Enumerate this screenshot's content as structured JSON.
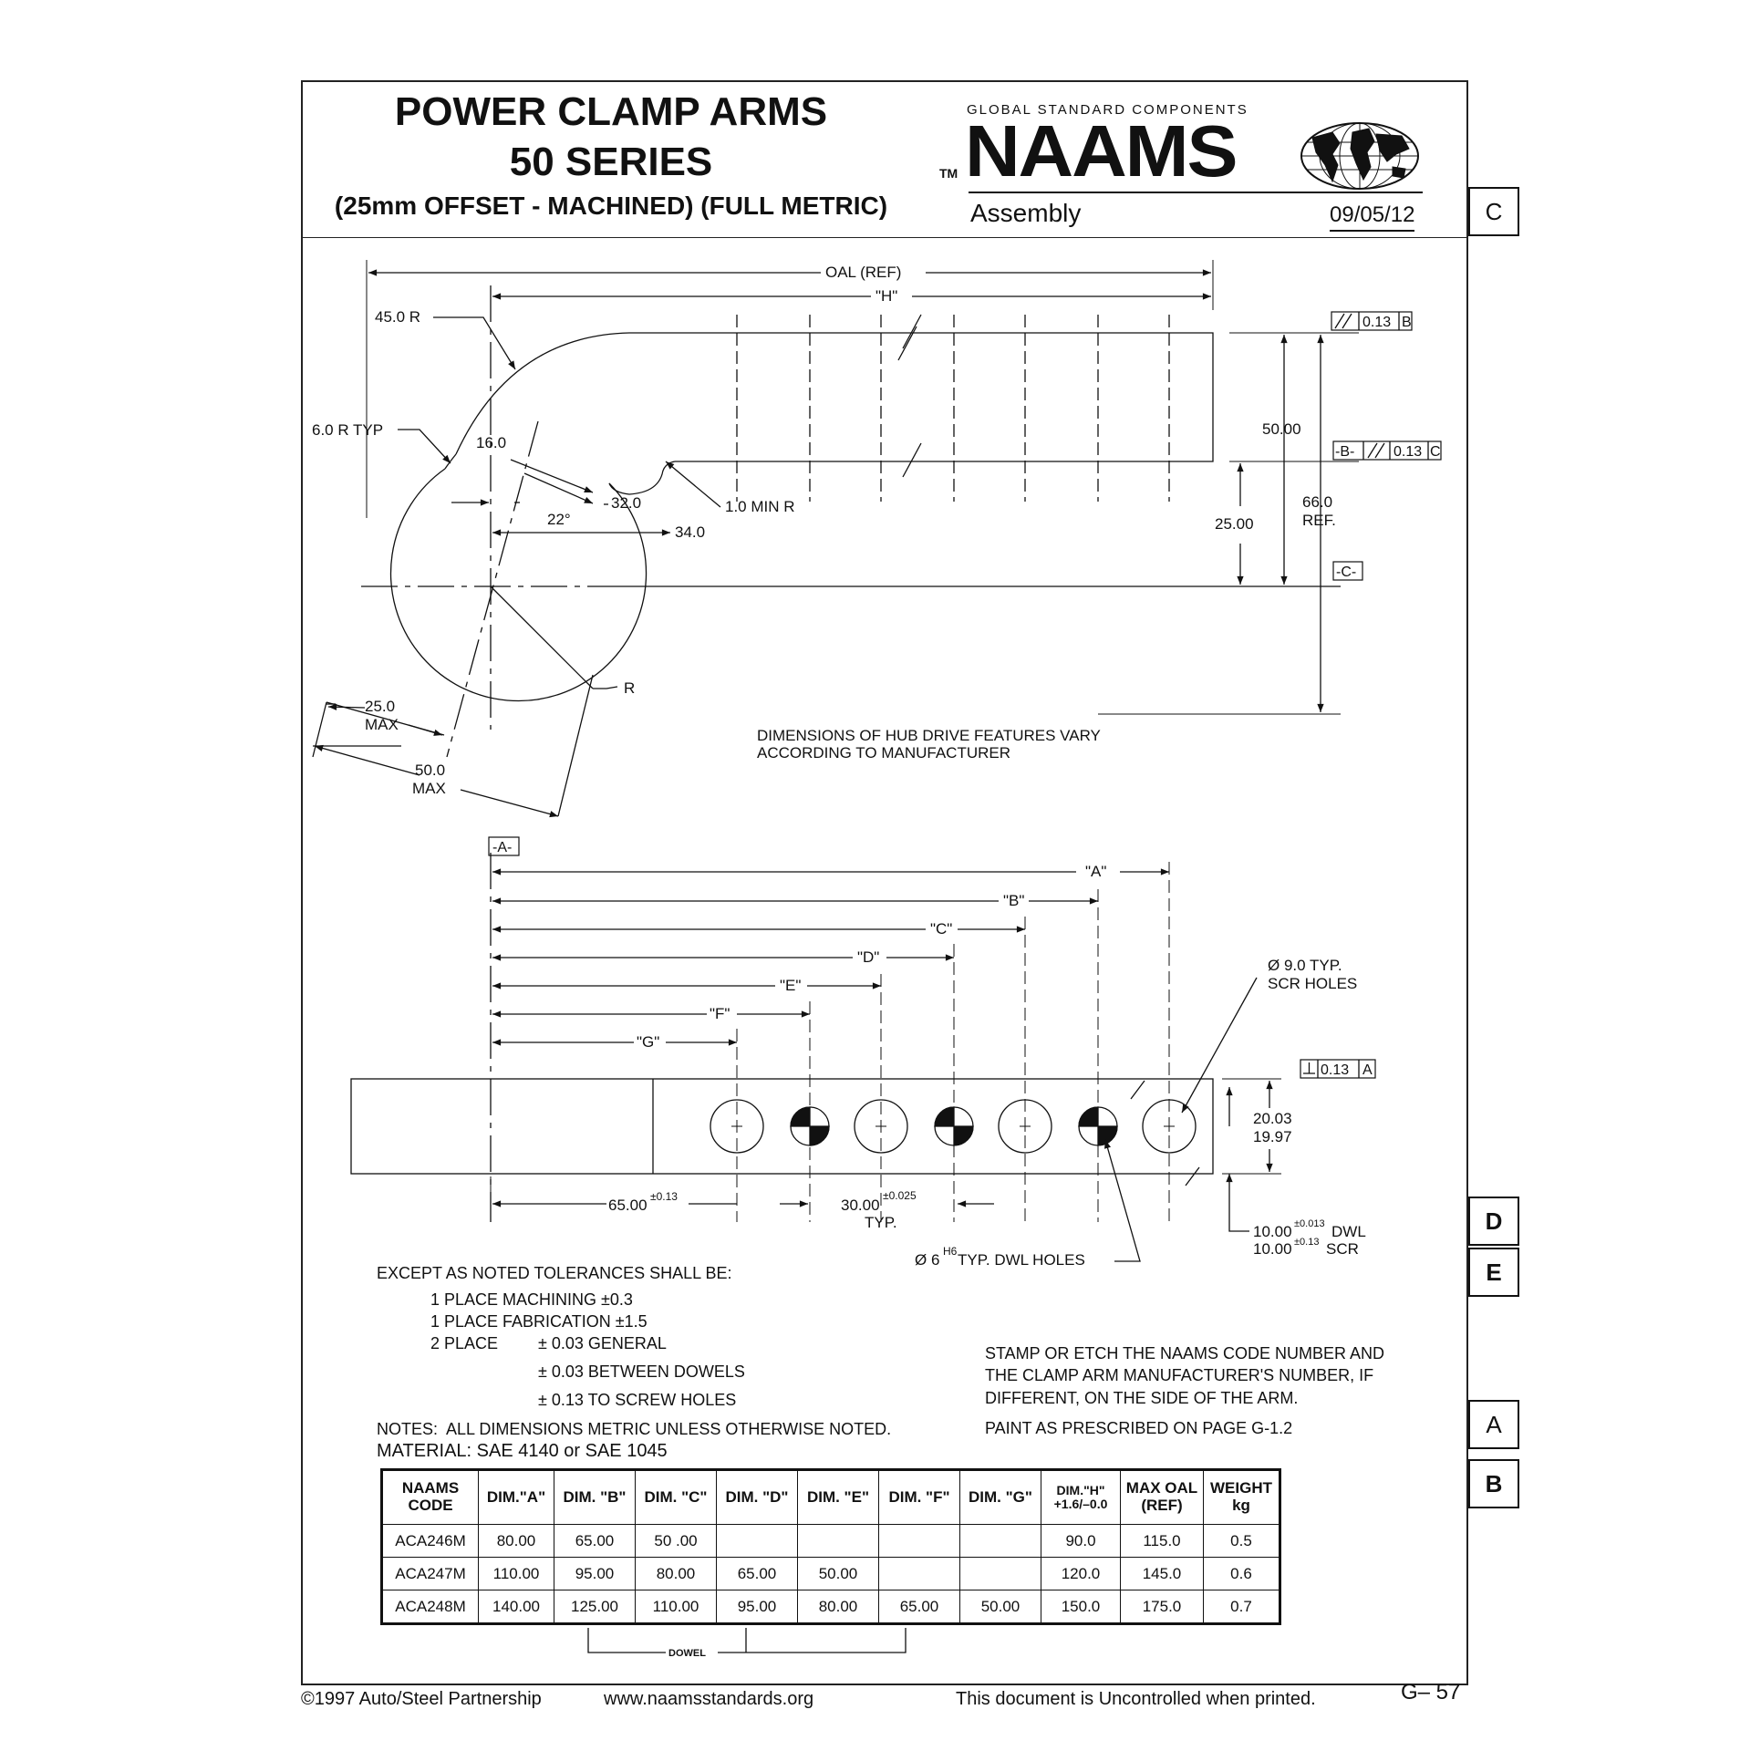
{
  "header": {
    "title_line1": "POWER CLAMP ARMS",
    "title_line2": "50 SERIES",
    "title_line3": "(25mm OFFSET - MACHINED) (FULL METRIC)",
    "brand_tagline": "GLOBAL STANDARD COMPONENTS",
    "trademark": "TM",
    "brand": "NAAMS",
    "view_type": "Assembly",
    "date": "09/05/12"
  },
  "tabs": [
    "C",
    "D",
    "E",
    "A",
    "B"
  ],
  "top_view": {
    "oal": "OAL (REF)",
    "h": "\"H\"",
    "r45": "45.0 R",
    "r6": "6.0 R TYP",
    "d16": "16.0",
    "d32": "32.0",
    "a22": "22°",
    "d34": "34.0",
    "min_r": "1.0 MIN R",
    "r": "R",
    "max25_a": "25.0",
    "max25_b": "MAX",
    "max50_a": "50.0",
    "max50_b": "MAX",
    "d50": "50.00",
    "d25": "25.00",
    "d66_a": "66.0",
    "d66_b": "REF.",
    "tol_b": "0.13",
    "datum_b_ref": "B",
    "datum_b": "-B-",
    "tol_c": "0.13",
    "datum_c_ref": "C",
    "datum_c": "-C-",
    "hub_note_1": "DIMENSIONS OF HUB DRIVE FEATURES VARY",
    "hub_note_2": "ACCORDING TO MANUFACTURER"
  },
  "side_view": {
    "datum_a": "-A-",
    "labels": [
      "\"A\"",
      "\"B\"",
      "\"C\"",
      "\"D\"",
      "\"E\"",
      "\"F\"",
      "\"G\""
    ],
    "scr_holes_1": "Ø 9.0 TYP.",
    "scr_holes_2": "SCR HOLES",
    "perp_tol": "0.13",
    "perp_datum": "A",
    "h1": "20.03",
    "h2": "19.97",
    "d65": "65.00",
    "d65_tol": "±0.13",
    "d30": "30.00",
    "d30_tol": "±0.025",
    "typ": "TYP.",
    "dwl_holes_a": "Ø 6",
    "dwl_holes_sup": "H6",
    "dwl_holes_b": " TYP. DWL HOLES",
    "e1": "10.00",
    "e1_tol": "±0.013",
    "e1_txt": " DWL",
    "e2": "10.00",
    "e2_tol": "±0.13",
    "e2_txt": " SCR"
  },
  "tolerances": {
    "heading": "EXCEPT AS NOTED TOLERANCES SHALL BE:",
    "l1": "1 PLACE MACHINING ±0.3",
    "l2": "1 PLACE FABRICATION ±1.5",
    "l3a": "2 PLACE",
    "l3b": "± 0.03 GENERAL",
    "l4": "± 0.03 BETWEEN DOWELS",
    "l5": "± 0.13 TO SCREW HOLES",
    "notes": "NOTES:  ALL DIMENSIONS METRIC UNLESS OTHERWISE NOTED.",
    "material": "MATERIAL: SAE 4140 or SAE 1045"
  },
  "stamp_note": "STAMP OR ETCH THE NAAMS CODE NUMBER AND\nTHE CLAMP ARM MANUFACTURER'S NUMBER, IF\nDIFFERENT, ON THE SIDE OF THE ARM.",
  "paint_note": "PAINT AS PRESCRIBED ON PAGE G-1.2",
  "table": {
    "headers": [
      "NAAMS\nCODE",
      "DIM.\"A\"",
      "DIM. \"B\"",
      "DIM. \"C\"",
      "DIM. \"D\"",
      "DIM. \"E\"",
      "DIM. \"F\"",
      "DIM. \"G\"",
      "DIM.\"H\"\n+1.6/–0.0",
      "MAX OAL\n(REF)",
      "WEIGHT\nkg"
    ],
    "rows": [
      [
        "ACA246M",
        "80.00",
        "65.00",
        "50 .00",
        "",
        "",
        "",
        "",
        "90.0",
        "115.0",
        "0.5"
      ],
      [
        "ACA247M",
        "110.00",
        "95.00",
        "80.00",
        "65.00",
        "50.00",
        "",
        "",
        "120.0",
        "145.0",
        "0.6"
      ],
      [
        "ACA248M",
        "140.00",
        "125.00",
        "110.00",
        "95.00",
        "80.00",
        "65.00",
        "50.00",
        "150.0",
        "175.0",
        "0.7"
      ]
    ],
    "dowel_label": "DOWEL"
  },
  "footer": {
    "copyright": "©1997 Auto/Steel Partnership",
    "website": "www.naamsstandards.org",
    "uncontrolled": "This document is Uncontrolled when printed.",
    "page": "G– 57"
  }
}
